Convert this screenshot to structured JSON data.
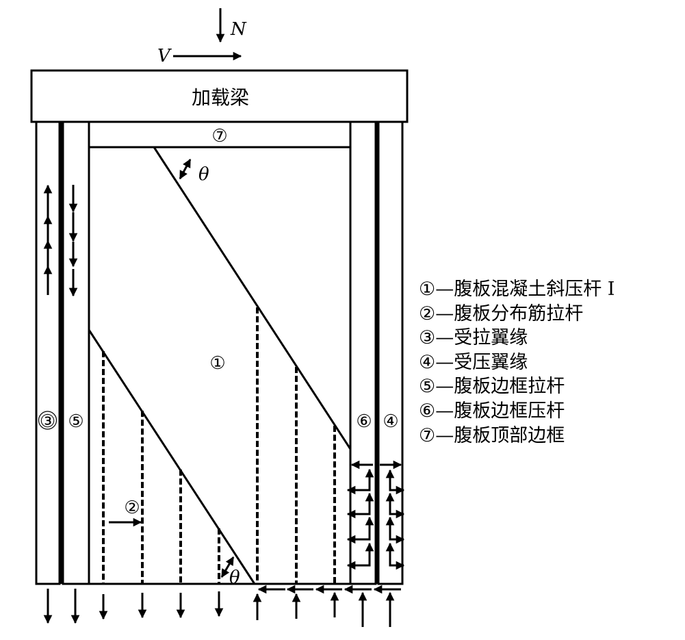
{
  "diagram": {
    "loads": {
      "axial": "N",
      "shear": "V"
    },
    "beam_label": "加载梁",
    "angle_symbol": "θ",
    "region_markers": {
      "strut": "①",
      "web_tie": "②",
      "tension_flange": "③",
      "compression_flange": "④",
      "boundary_tie": "⑤",
      "boundary_strut": "⑥",
      "top_frame": "⑦"
    },
    "colors": {
      "stroke": "#000000",
      "background": "#ffffff"
    }
  },
  "legend": {
    "separator": "—",
    "items": [
      {
        "num": "①",
        "text": "腹板混凝土斜压杆 I"
      },
      {
        "num": "②",
        "text": "腹板分布筋拉杆"
      },
      {
        "num": "③",
        "text": "受拉翼缘"
      },
      {
        "num": "④",
        "text": "受压翼缘"
      },
      {
        "num": "⑤",
        "text": "腹板边框拉杆"
      },
      {
        "num": "⑥",
        "text": "腹板边框压杆"
      },
      {
        "num": "⑦",
        "text": "腹板顶部边框"
      }
    ]
  }
}
